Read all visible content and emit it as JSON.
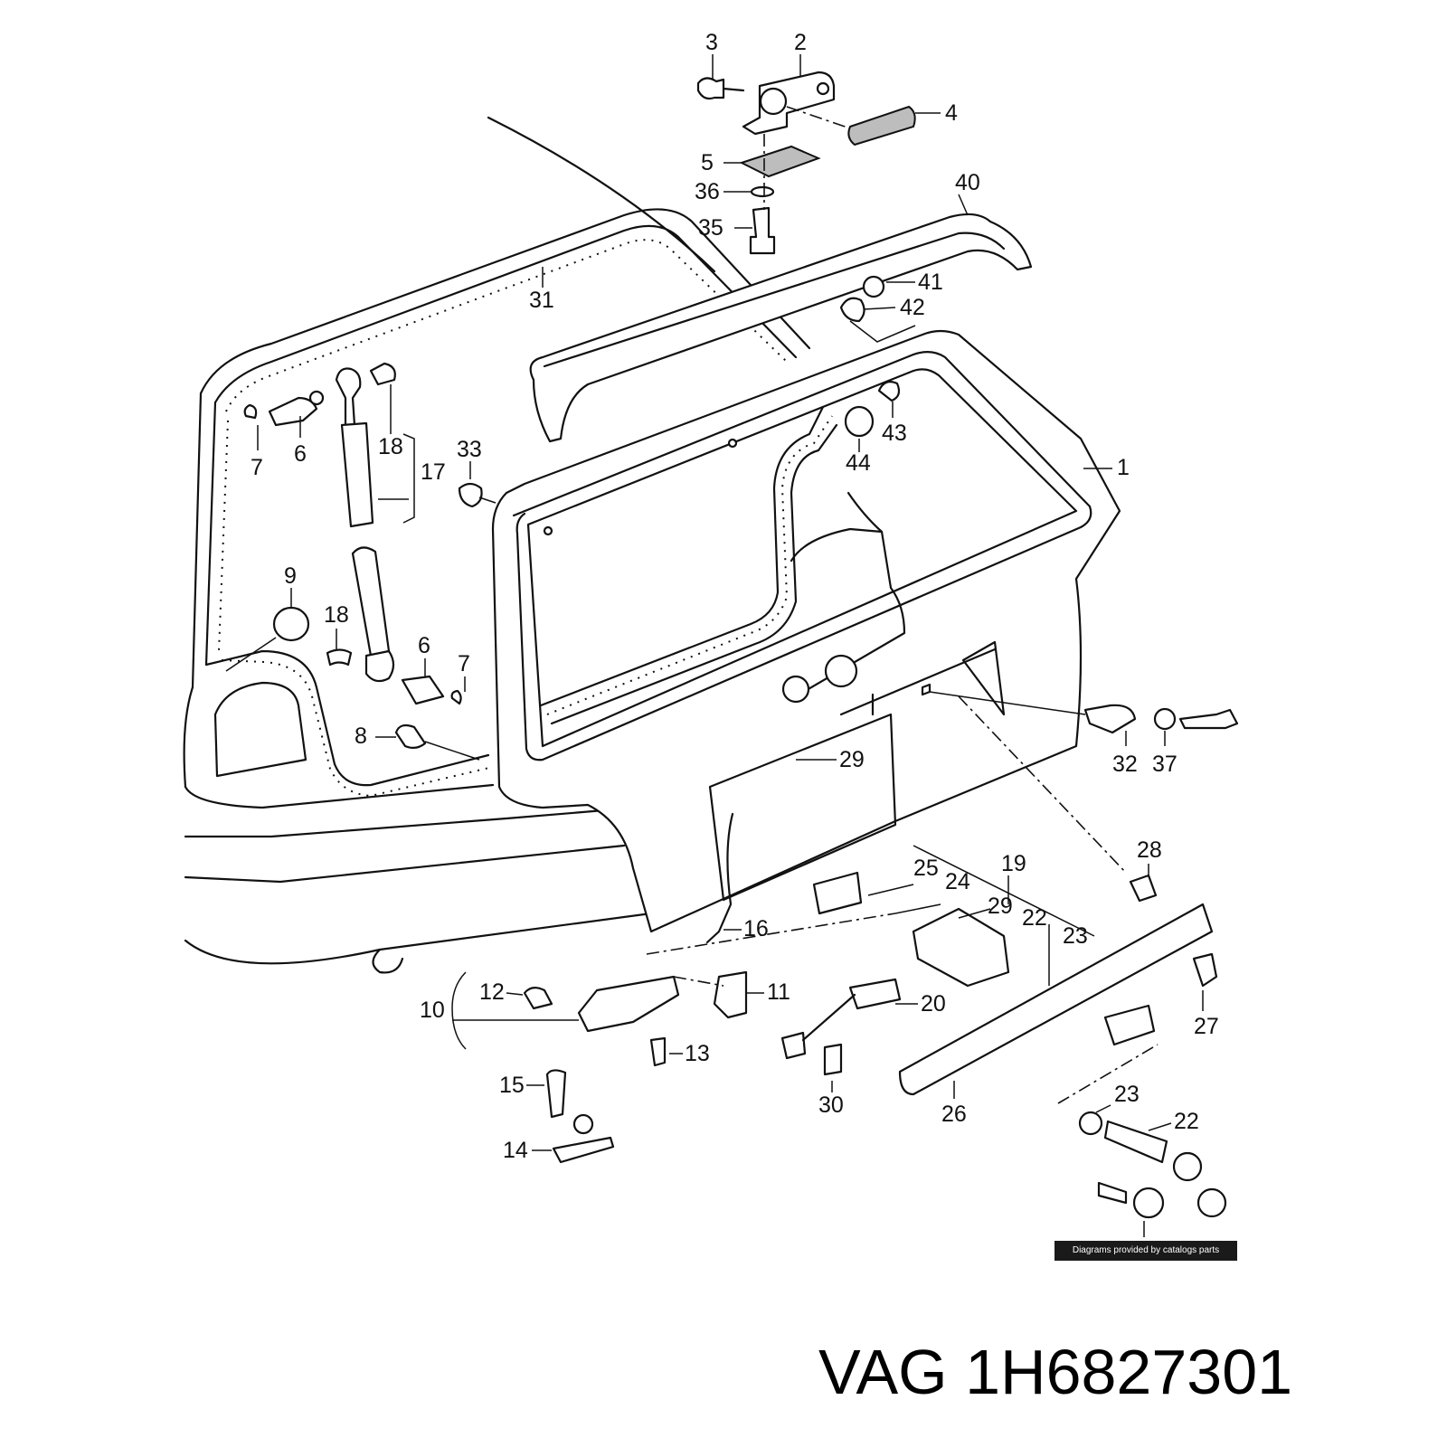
{
  "diagram": {
    "callouts": [
      {
        "id": "c1",
        "text": "1"
      },
      {
        "id": "c2",
        "text": "2"
      },
      {
        "id": "c3",
        "text": "3"
      },
      {
        "id": "c4",
        "text": "4"
      },
      {
        "id": "c5",
        "text": "5"
      },
      {
        "id": "c6a",
        "text": "6"
      },
      {
        "id": "c6b",
        "text": "6"
      },
      {
        "id": "c7a",
        "text": "7"
      },
      {
        "id": "c7b",
        "text": "7"
      },
      {
        "id": "c8",
        "text": "8"
      },
      {
        "id": "c9",
        "text": "9"
      },
      {
        "id": "c10",
        "text": "10"
      },
      {
        "id": "c11",
        "text": "11"
      },
      {
        "id": "c12",
        "text": "12"
      },
      {
        "id": "c13",
        "text": "13"
      },
      {
        "id": "c14",
        "text": "14"
      },
      {
        "id": "c15",
        "text": "15"
      },
      {
        "id": "c16",
        "text": "16"
      },
      {
        "id": "c17",
        "text": "17"
      },
      {
        "id": "c18a",
        "text": "18"
      },
      {
        "id": "c18b",
        "text": "18"
      },
      {
        "id": "c19",
        "text": "19"
      },
      {
        "id": "c20",
        "text": "20"
      },
      {
        "id": "c22a",
        "text": "22"
      },
      {
        "id": "c22b",
        "text": "22"
      },
      {
        "id": "c23a",
        "text": "23"
      },
      {
        "id": "c23b",
        "text": "23"
      },
      {
        "id": "c24",
        "text": "24"
      },
      {
        "id": "c25",
        "text": "25"
      },
      {
        "id": "c26",
        "text": "26"
      },
      {
        "id": "c27",
        "text": "27"
      },
      {
        "id": "c28",
        "text": "28"
      },
      {
        "id": "c29a",
        "text": "29"
      },
      {
        "id": "c29b",
        "text": "29"
      },
      {
        "id": "c30",
        "text": "30"
      },
      {
        "id": "c31",
        "text": "31"
      },
      {
        "id": "c32",
        "text": "32"
      },
      {
        "id": "c33",
        "text": "33"
      },
      {
        "id": "c35",
        "text": "35"
      },
      {
        "id": "c36",
        "text": "36"
      },
      {
        "id": "c37",
        "text": "37"
      },
      {
        "id": "c40",
        "text": "40"
      },
      {
        "id": "c41",
        "text": "41"
      },
      {
        "id": "c42",
        "text": "42"
      },
      {
        "id": "c43",
        "text": "43"
      },
      {
        "id": "c44",
        "text": "44"
      }
    ],
    "credit": "Diagrams provided by catalogs parts"
  },
  "part_title": "VAG 1H6827301"
}
